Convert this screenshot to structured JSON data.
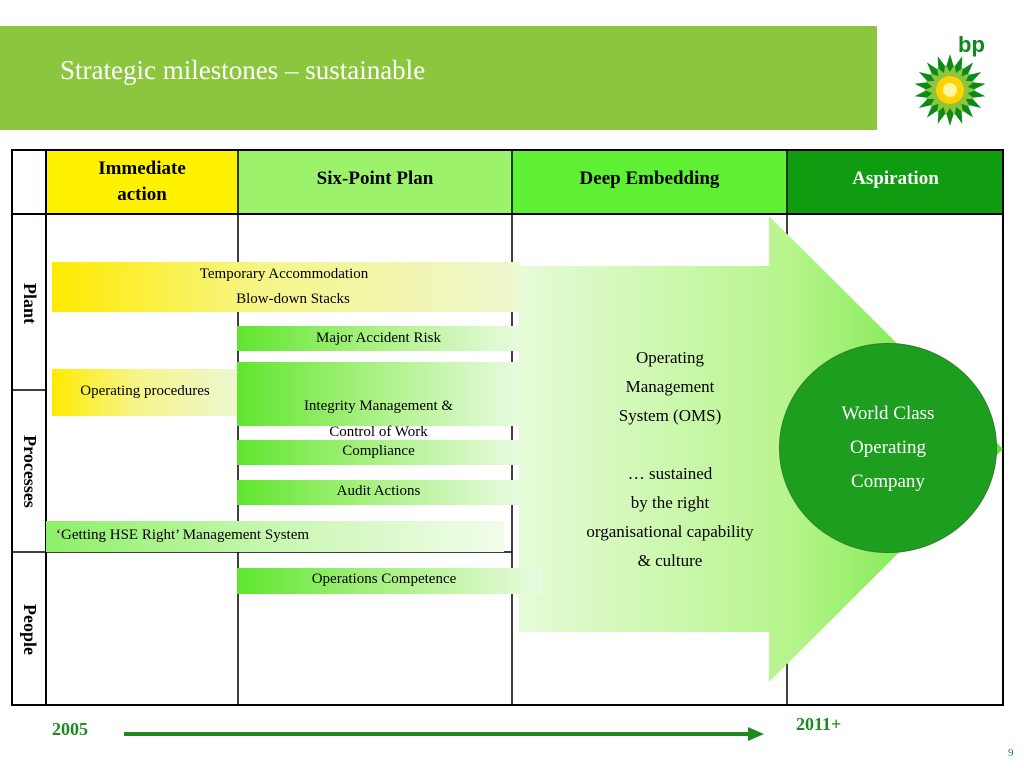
{
  "slide": {
    "title": "Strategic milestones – sustainable",
    "page_number": "9"
  },
  "logo": {
    "text": "bp",
    "icon": "bp-helios-icon",
    "colors": {
      "green": "#0a8a18",
      "yellow": "#ffd200"
    }
  },
  "columns": [
    {
      "label": "Immediate\naction",
      "color": "#fff200"
    },
    {
      "label": "Six-Point Plan",
      "color": "#9cf36b"
    },
    {
      "label": "Deep Embedding",
      "color": "#5ff035"
    },
    {
      "label": "Aspiration",
      "color": "#109c10",
      "text_color": "#ffffff"
    }
  ],
  "rows": [
    {
      "label": "Plant"
    },
    {
      "label": "Processes"
    },
    {
      "label": "People"
    }
  ],
  "bars": {
    "temporary_accommodation": "Temporary Accommodation",
    "blowdown_stacks": "Blow-down Stacks",
    "major_accident_risk": "Major Accident Risk",
    "operating_procedures": "Operating procedures",
    "integrity_management": "Integrity Management &\nControl of Work",
    "compliance": "Compliance",
    "audit_actions": "Audit Actions",
    "getting_hse_right": "‘Getting HSE Right’ Management System",
    "operations_competence": "Operations Competence"
  },
  "oms": {
    "text": "Operating\nManagement\nSystem (OMS)\n\n… sustained\nby the right\norganisational capability\n& culture"
  },
  "aspiration_circle": {
    "text": "World Class\nOperating\nCompany"
  },
  "timeline": {
    "start": "2005",
    "end": "2011+"
  },
  "colors": {
    "banner": "#8cc63f",
    "accent_green": "#1e8a1e",
    "circle": "#1e9e1e"
  }
}
